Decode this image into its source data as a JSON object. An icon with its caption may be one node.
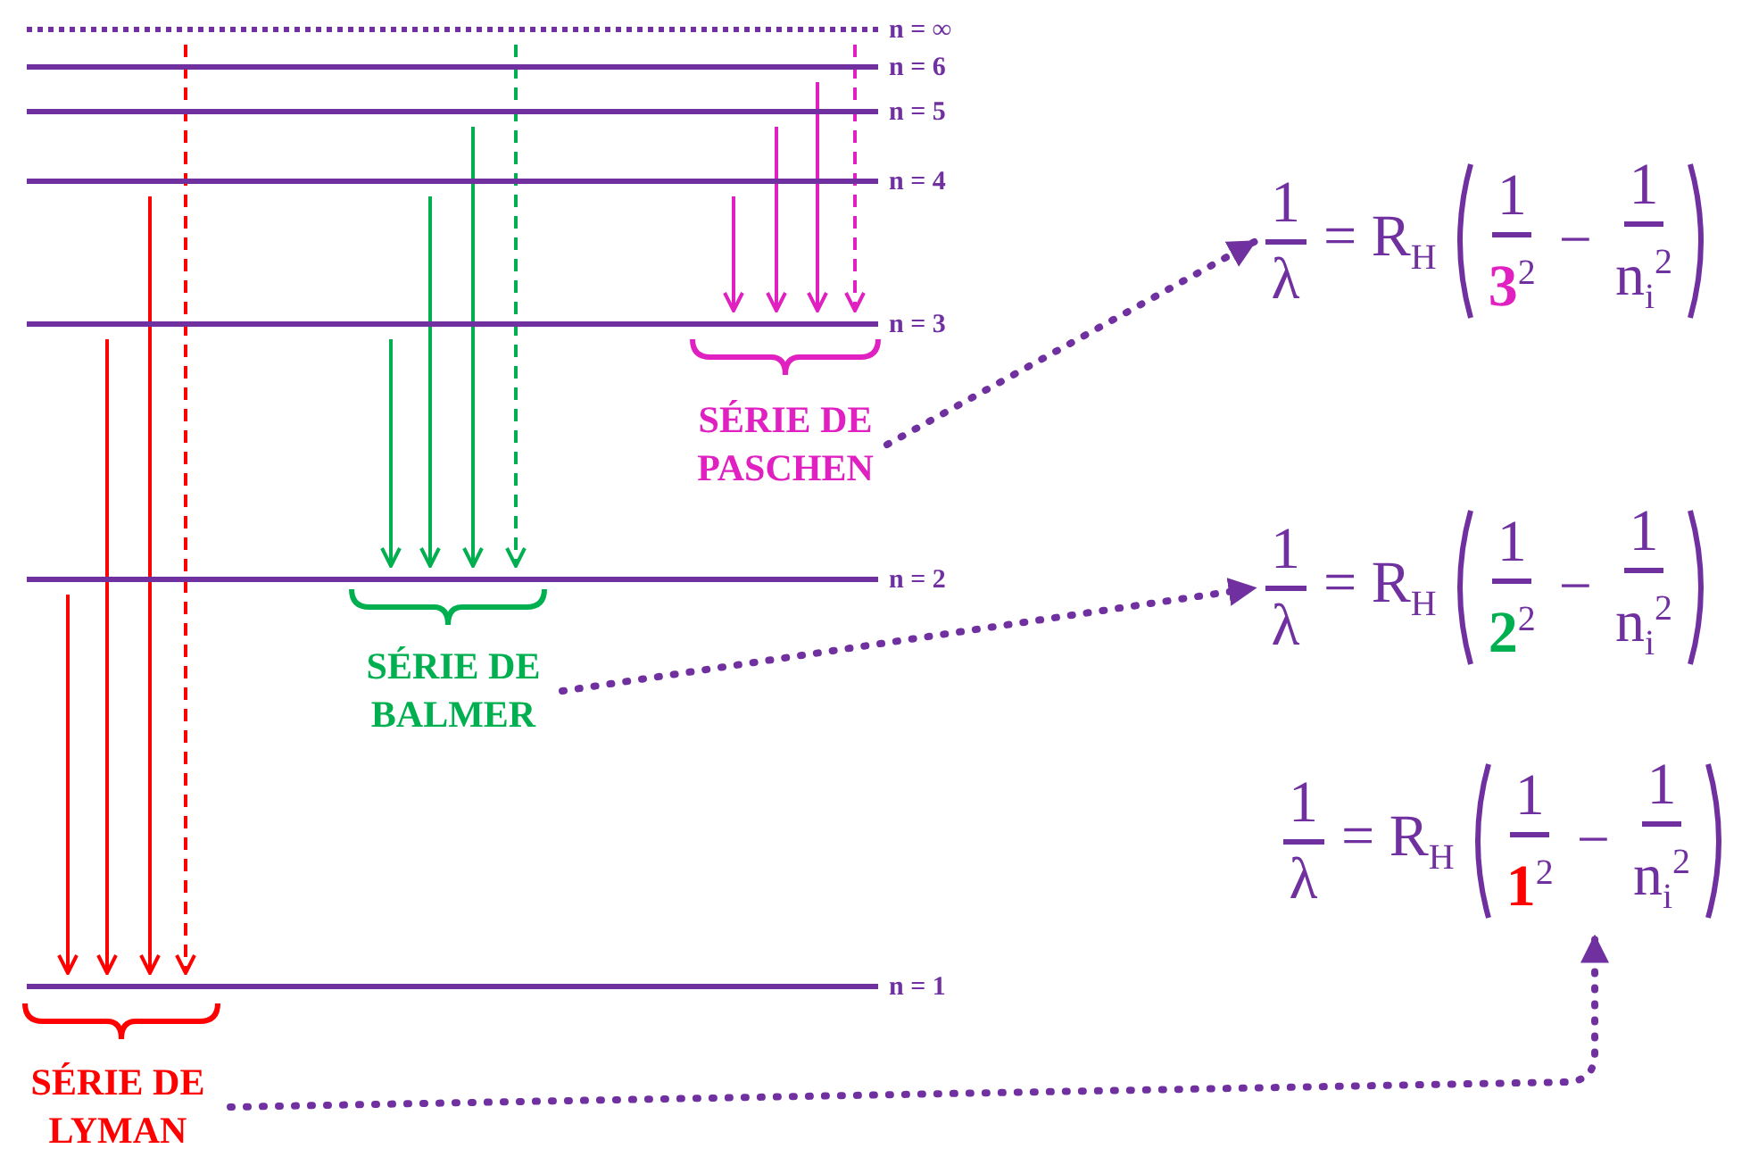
{
  "diagram": {
    "nodes": [
      {
        "text": [
          "n = ∞"
        ]
      },
      {
        "text": [
          "n = 6"
        ]
      },
      {
        "text": [
          "n = 5"
        ]
      },
      {
        "text": [
          "n = 4"
        ]
      },
      {
        "text": [
          "n = 3"
        ]
      },
      {
        "text": [
          "n = 2"
        ]
      },
      {
        "text": [
          "n = 1"
        ]
      },
      {
        "text": [
          "SÉRIE DE PASCHEN"
        ]
      },
      {
        "text": [
          "1",
          "λ",
          "= R$_{H}$",
          "1",
          "**3**$^{2}$",
          "−",
          "1",
          "n$_{i}$$^{2}$"
        ]
      },
      {
        "text": [
          "SÉRIE DE BALMER"
        ]
      },
      {
        "text": [
          "1",
          "λ",
          "= R$_{H}$",
          "1",
          "**2**$^{2}$",
          "−",
          "1",
          "n$_{i}$$^{2}$"
        ]
      },
      {
        "text": [
          "SÉRIE DE LYMAN"
        ]
      },
      {
        "text": [
          "1",
          "λ",
          "= R$_{H}$",
          "1",
          "**1**$^{2}$",
          "−",
          "1",
          "n$_{i}$$^{2}$"
        ]
      }
    ],
    "edges": [
      {
        "from": 5,
        "to": 6,
        "arrow": "to",
        "color": "#ff0000"
      },
      {
        "from": 4,
        "to": 6,
        "arrow": "to",
        "color": "#ff0000"
      },
      {
        "from": 3,
        "to": 6,
        "arrow": "to",
        "color": "#ff0000"
      },
      {
        "from": 0,
        "to": 6,
        "arrow": "to",
        "style": "dashed",
        "color": "#ff0000"
      },
      {
        "from": 4,
        "to": 5,
        "arrow": "to",
        "color": "#00b050"
      },
      {
        "from": 3,
        "to": 5,
        "arrow": "to",
        "color": "#00b050"
      },
      {
        "from": 2,
        "to": 5,
        "arrow": "to",
        "color": "#00b050"
      },
      {
        "from": 0,
        "to": 5,
        "arrow": "to",
        "style": "dashed",
        "color": "#00b050"
      },
      {
        "from": 3,
        "to": 4,
        "arrow": "to",
        "color": "#e020c0"
      },
      {
        "from": 2,
        "to": 4,
        "arrow": "to",
        "color": "#e020c0"
      },
      {
        "from": 1,
        "to": 4,
        "arrow": "to",
        "color": "#e020c0"
      },
      {
        "from": 0,
        "to": 4,
        "arrow": "to",
        "style": "dashed",
        "color": "#e020c0"
      },
      {
        "from": 7,
        "to": 8,
        "arrow": "to",
        "style": "dashed",
        "color": "#7030a0"
      },
      {
        "from": 9,
        "to": 10,
        "arrow": "to",
        "style": "dashed",
        "color": "#7030a0"
      },
      {
        "from": 11,
        "to": 12,
        "arrow": "to",
        "style": "dashed",
        "color": "#7030a0"
      }
    ]
  }
}
